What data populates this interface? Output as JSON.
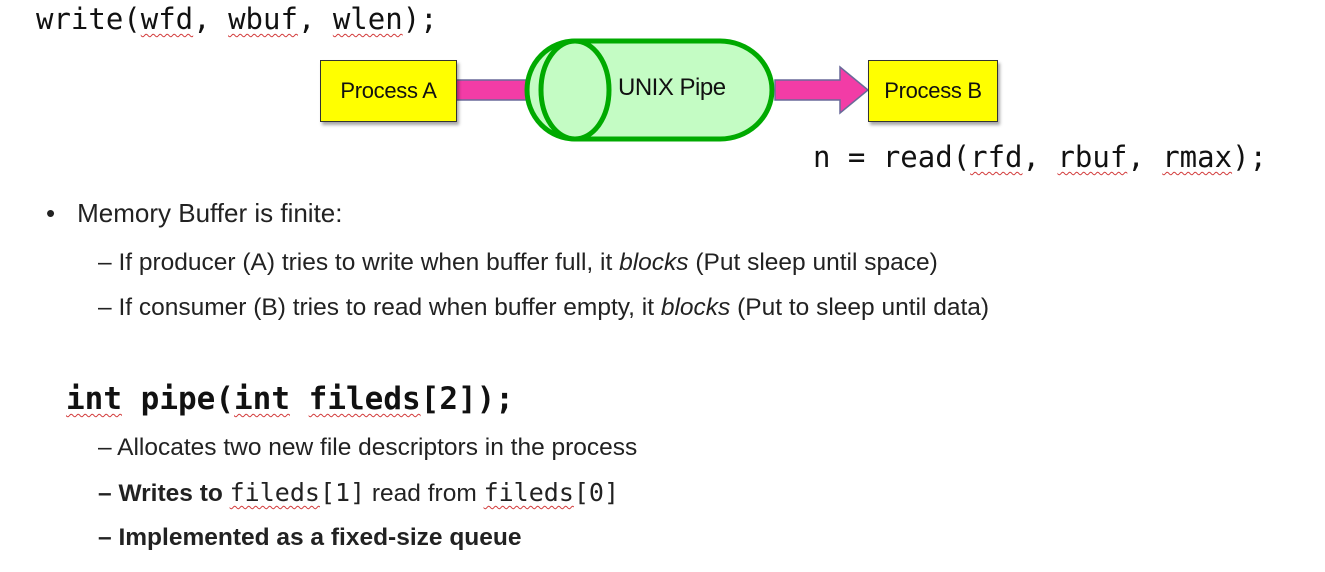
{
  "write_call": {
    "fn": "write(",
    "a1": "wfd",
    "sep1": ", ",
    "a2": "wbuf",
    "sep2": ", ",
    "a3": "wlen",
    "end": ");"
  },
  "read_call": {
    "pre": "n = read(",
    "a1": "rfd",
    "sep1": ", ",
    "a2": "rbuf",
    "sep2": ", ",
    "a3": "rmax",
    "end": ");"
  },
  "diagram": {
    "process_a": "Process A",
    "pipe": "UNIX Pipe",
    "process_b": "Process B",
    "colors": {
      "box": "#ffff00",
      "arrow": "#f23ca6",
      "pipe_fill": "#c4fcc4",
      "pipe_stroke": "#00aa00"
    }
  },
  "bullet": {
    "mark": "•",
    "text": "Memory Buffer is finite:"
  },
  "sub1": {
    "dash": "–",
    "pre": "If producer (A) tries to write when buffer full, it ",
    "em": "blocks",
    "post": " (Put sleep until space)"
  },
  "sub2": {
    "dash": "–",
    "pre": "If consumer (B) tries to read when buffer empty, it ",
    "em": "blocks",
    "post": " (Put to sleep until data)"
  },
  "pipe_sig": {
    "kw1": "int",
    "sp1": " ",
    "fn": "pipe(",
    "kw2": "int",
    "sp2": " ",
    "arg": "fileds",
    "end": "[2]);"
  },
  "sub3": {
    "dash": "–",
    "text": "Allocates two new file descriptors in the process"
  },
  "sub4": {
    "dash": "–",
    "pre": "Writes to ",
    "code1": "fileds",
    "idx1": "[1]",
    "mid": " read from ",
    "code2": "fileds",
    "idx2": "[0]"
  },
  "sub5": {
    "dash": "–",
    "text": "Implemented as a fixed-size queue"
  }
}
